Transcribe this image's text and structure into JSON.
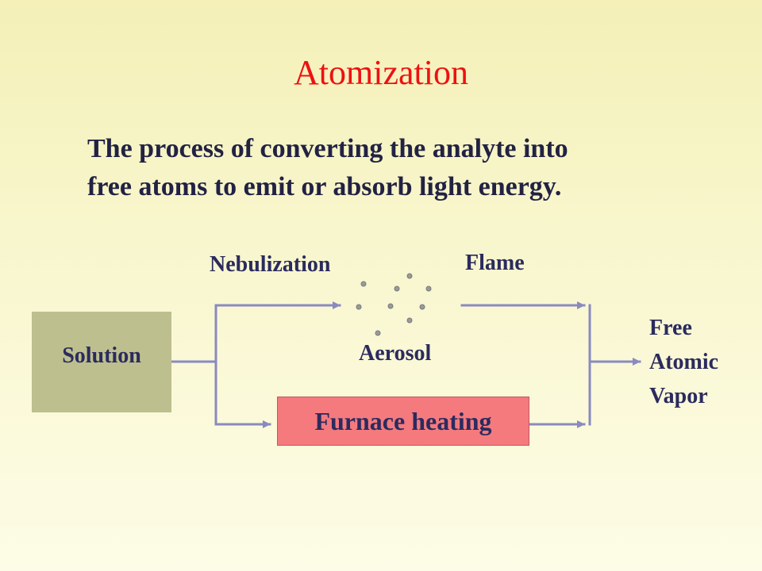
{
  "title": "Atomization",
  "subtitle": {
    "line1": "The process of converting the analyte into",
    "line2": "free atoms to emit or absorb light energy."
  },
  "diagram": {
    "solution_label": "Solution",
    "nebulization_label": "Nebulization",
    "flame_label": "Flame",
    "aerosol_label": "Aerosol",
    "furnace_label": "Furnace heating",
    "result_lines": [
      "Free",
      "Atomic",
      "Vapor"
    ]
  },
  "colors": {
    "title": "#ee1111",
    "text": "#222244",
    "lines": "#8a8ac0",
    "solution_box": "#bdbf8e",
    "furnace_box": "#f47a7e",
    "aerosol_dots": "#9a9a9a"
  }
}
